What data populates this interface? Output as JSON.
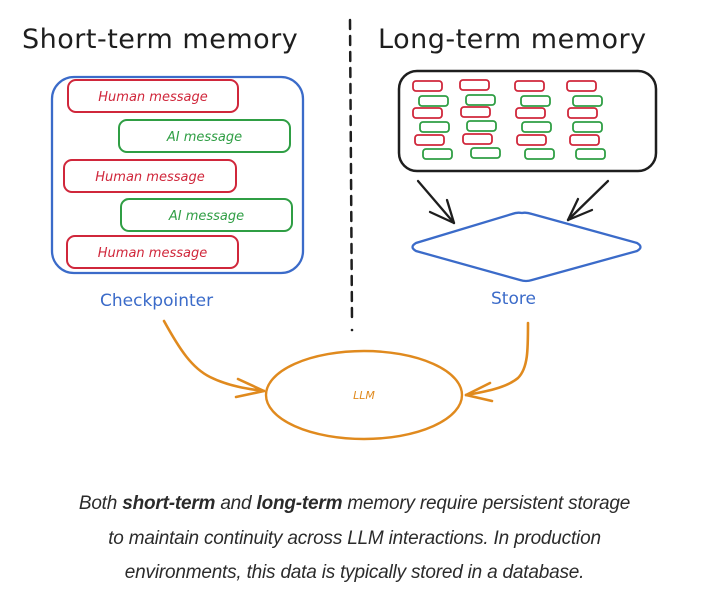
{
  "colors": {
    "human": "#d0273b",
    "ai": "#2f9e44",
    "checkpointer": "#3b6bc9",
    "store": "#3b6bc9",
    "llm": "#e08a1e",
    "ink": "#1e1e1e"
  },
  "short_term": {
    "title": "Short-term memory",
    "messages": [
      {
        "type": "human",
        "label": "Human message"
      },
      {
        "type": "ai",
        "label": "AI message"
      },
      {
        "type": "human",
        "label": "Human message"
      },
      {
        "type": "ai",
        "label": "AI message"
      },
      {
        "type": "human",
        "label": "Human message"
      }
    ],
    "container_label": "Checkpointer"
  },
  "long_term": {
    "title": "Long-term memory",
    "grid_columns": 4,
    "grid_rows": [
      "human",
      "ai",
      "human",
      "ai",
      "human",
      "ai"
    ],
    "container_label": "Store"
  },
  "llm": {
    "label": "LLM"
  },
  "caption": {
    "line1_pre": "Both ",
    "line1_bold1": "short-term",
    "line1_mid": " and ",
    "line1_bold2": "long-term",
    "line1_post": " memory require persistent storage",
    "line2": "to maintain continuity across LLM interactions. In production",
    "line3": "environments, this data is typically stored in a database."
  }
}
